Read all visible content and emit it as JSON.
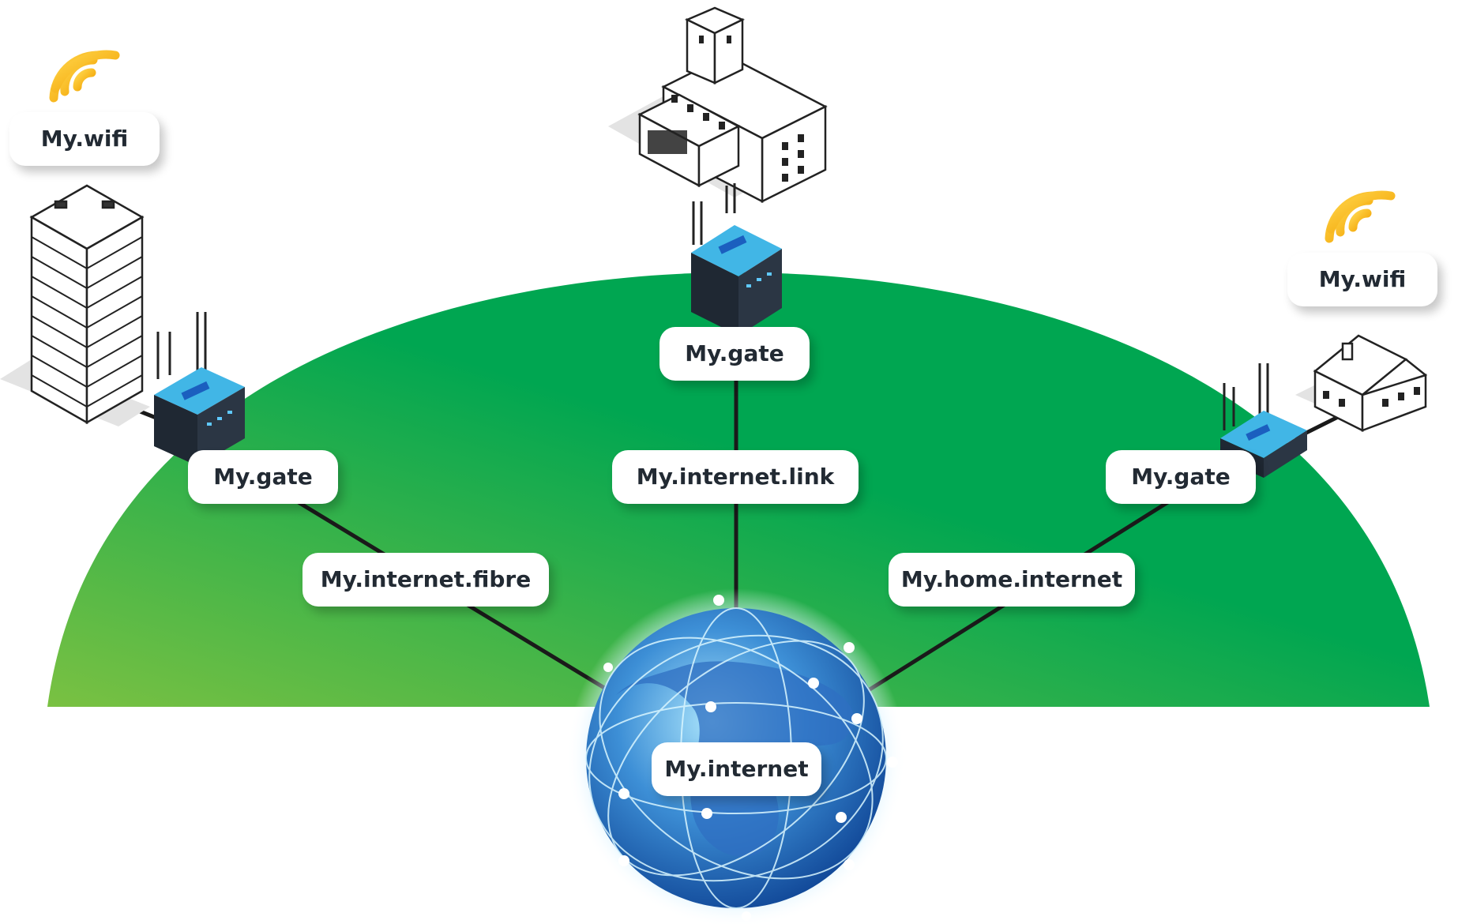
{
  "labels": {
    "wifi_left": "My.wifi",
    "wifi_right": "My.wifi",
    "gate_left": "My.gate",
    "gate_center": "My.gate",
    "gate_right": "My.gate",
    "link_left": "My.internet.fibre",
    "link_center": "My.internet.link",
    "link_right": "My.home.internet",
    "core": "My.internet"
  },
  "colors": {
    "dome_light": "#7ac142",
    "dome_dark": "#00a651",
    "line": "#1a1a1a",
    "wifi": "#f6b40f",
    "globe_light": "#8fd3f5",
    "globe_dark": "#0b3e8f",
    "router_top": "#41b6e6",
    "router_body": "#1f2833"
  },
  "icons": {
    "wifi_left": "wifi-icon",
    "wifi_right": "wifi-icon",
    "office_tower": "office-tower-icon",
    "factory": "factory-icon",
    "house": "house-icon",
    "router_left": "router-icon",
    "router_center": "router-icon",
    "router_right": "router-icon",
    "globe": "globe-icon"
  }
}
